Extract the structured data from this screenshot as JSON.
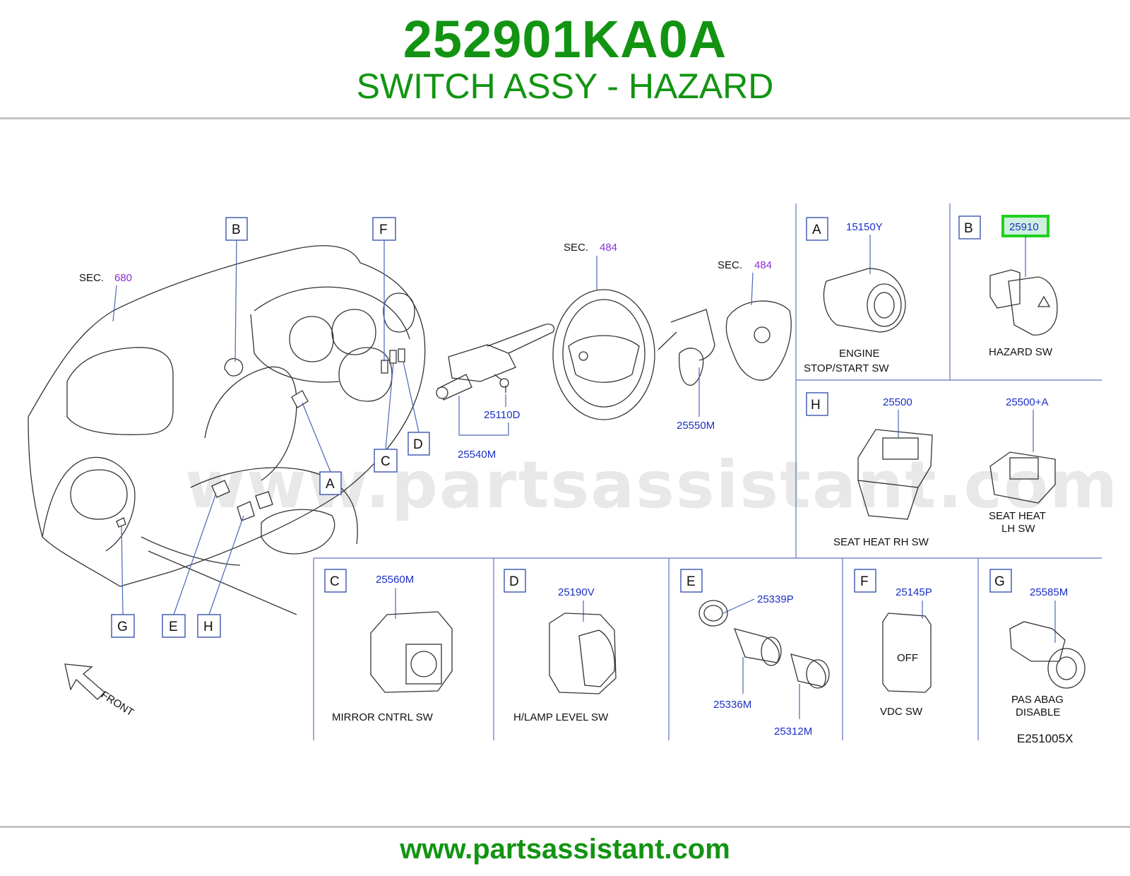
{
  "header": {
    "part_number": "252901KA0A",
    "part_name": "SWITCH ASSY - HAZARD"
  },
  "footer": {
    "url": "www.partsassistant.com"
  },
  "watermark": "www.partsassistant.com",
  "colors": {
    "title": "#129412",
    "part_number_link": "#1a2fc4",
    "section_number": "#8a2fd6",
    "highlight": "#1fd01f",
    "highlight_fill": "#cfeee0"
  },
  "diagram": {
    "sec_680": {
      "label": "SEC.",
      "number": "680"
    },
    "sec_484_a": {
      "label": "SEC.",
      "number": "484"
    },
    "sec_484_b": {
      "label": "SEC.",
      "number": "484"
    },
    "callouts": {
      "b": "B",
      "f": "F",
      "a": "A",
      "c": "C",
      "d": "D",
      "g": "G",
      "e": "E",
      "h": "H"
    },
    "parts": {
      "p25110d": "25110D",
      "p25540m": "25540M",
      "p25550m": "25550M"
    },
    "front_label": "FRONT"
  },
  "panels": {
    "a": {
      "letter": "A",
      "part": "15150Y",
      "name_line1": "ENGINE",
      "name_line2": "STOP/START   SW"
    },
    "b": {
      "letter": "B",
      "part": "25910",
      "name_line1": "HAZARD   SW"
    },
    "h": {
      "letter": "H",
      "part_rh": "25500",
      "part_lh": "25500+A",
      "name_rh": "SEAT   HEAT   RH   SW",
      "name_lh_line1": "SEAT   HEAT",
      "name_lh_line2": "LH   SW"
    },
    "c": {
      "letter": "C",
      "part": "25560M",
      "name_line1": "MIRROR   CNTRL   SW"
    },
    "d": {
      "letter": "D",
      "part": "25190V",
      "name_line1": "H/LAMP   LEVEL   SW"
    },
    "e": {
      "letter": "E",
      "part_1": "25339P",
      "part_2": "25336M",
      "part_3": "25312M"
    },
    "f": {
      "letter": "F",
      "part": "25145P",
      "name_line1": "VDC   SW",
      "icon_text": "OFF"
    },
    "g": {
      "letter": "G",
      "part": "25585M",
      "name_line1": "PAS   ABAG",
      "name_line2": "DISABLE"
    }
  },
  "drawing_code": "E251005X"
}
